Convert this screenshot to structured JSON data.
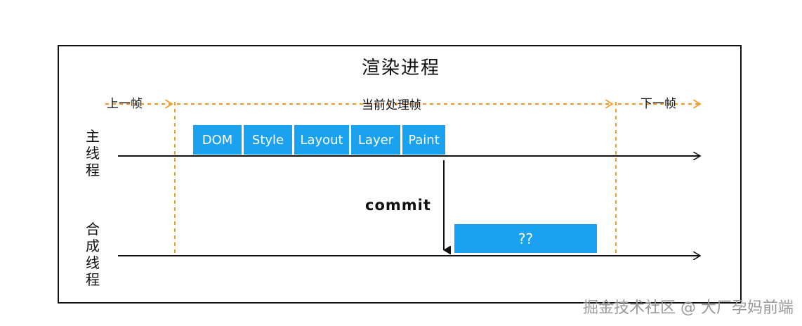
{
  "title": "渲染进程",
  "frames": {
    "prev": "上一帧",
    "current": "当前处理帧",
    "next": "下一帧"
  },
  "threads": {
    "main": [
      "主",
      "线",
      "程"
    ],
    "compositor": [
      "合",
      "成",
      "线",
      "程"
    ]
  },
  "main_tasks": [
    "DOM",
    "Style",
    "Layout",
    "Layer",
    "Paint"
  ],
  "commit_label": "commit",
  "compositor_task": "??",
  "watermark": "掘金技术社区 @ 大厂孕妈前端",
  "colors": {
    "accent_blue": "#1aa1f0",
    "frame_orange": "#f39a2b",
    "line": "#111111"
  }
}
